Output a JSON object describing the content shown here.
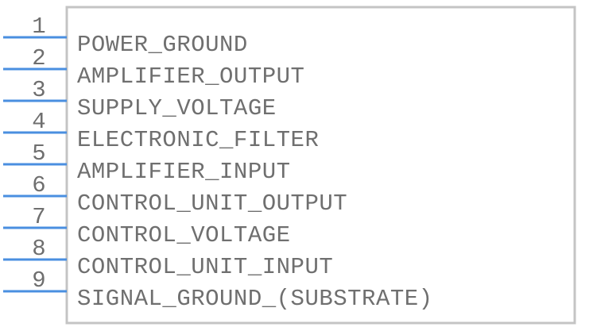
{
  "component": {
    "colors": {
      "body_outline": "#c4c4c4",
      "pin_line": "#4a8fe0",
      "text": "#6f6f6f"
    },
    "pins": [
      {
        "number": "1",
        "name": "POWER_GROUND"
      },
      {
        "number": "2",
        "name": "AMPLIFIER_OUTPUT"
      },
      {
        "number": "3",
        "name": "SUPPLY_VOLTAGE"
      },
      {
        "number": "4",
        "name": "ELECTRONIC_FILTER"
      },
      {
        "number": "5",
        "name": "AMPLIFIER_INPUT"
      },
      {
        "number": "6",
        "name": "CONTROL_UNIT_OUTPUT"
      },
      {
        "number": "7",
        "name": "CONTROL_VOLTAGE"
      },
      {
        "number": "8",
        "name": "CONTROL_UNIT_INPUT"
      },
      {
        "number": "9",
        "name": "SIGNAL_GROUND_(SUBSTRATE)"
      }
    ]
  }
}
